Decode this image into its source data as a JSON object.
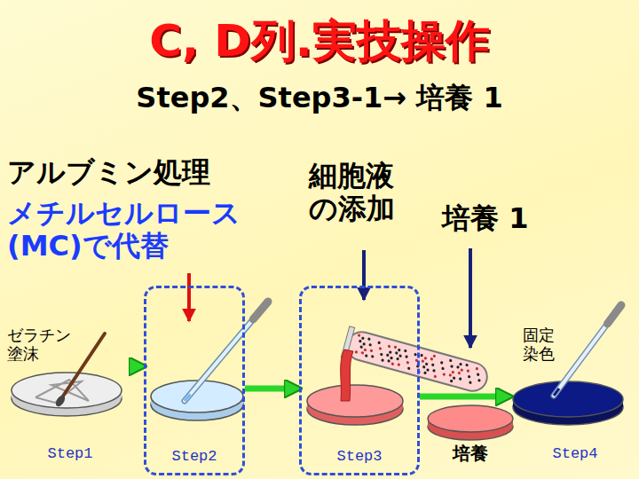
{
  "diagram": {
    "title": "C, D列.実技操作",
    "nodes": [
      {
        "text": [
          "ゼラチン 塗沫",
          "Step1"
        ]
      },
      {
        "text": [
          "Step2"
        ]
      },
      {
        "text": [
          "Step3"
        ]
      },
      {
        "text": [
          "固定 染色",
          "Step4"
        ]
      }
    ],
    "edges": [
      {
        "from": 0,
        "to": 1,
        "arrow": "to"
      },
      {
        "from": 1,
        "to": 2,
        "arrow": "to"
      },
      {
        "from": 2,
        "to": 3,
        "arrow": "to"
      }
    ],
    "labels": [
      "Step2、Step3-1→ 培養 1",
      "アルブミン処理",
      "メチルセルロース (MC)で代替",
      "細胞液 の添加",
      "培養 1",
      "培養"
    ]
  }
}
